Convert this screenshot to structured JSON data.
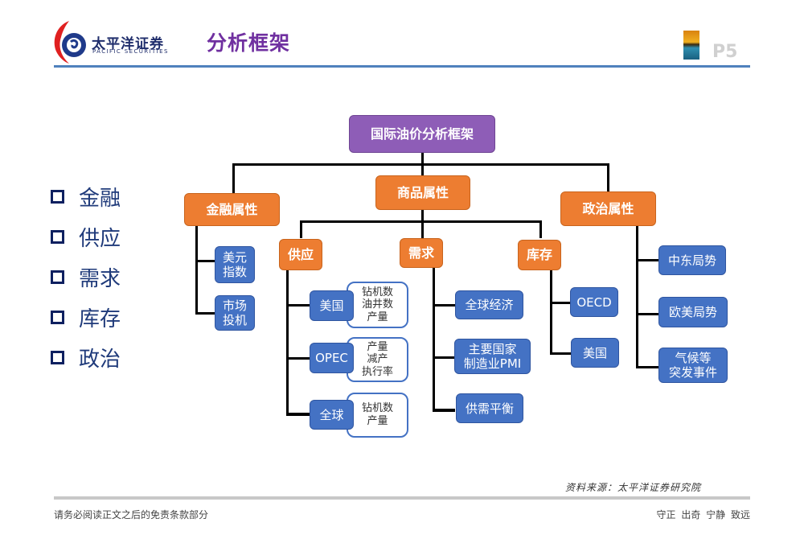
{
  "header": {
    "brand_cn": "太平洋证券",
    "brand_en": "PACIFIC SECURITIES",
    "title": "分析框架",
    "page_number": "P5"
  },
  "colors": {
    "title": "#7030a0",
    "root_node": "#8e5db7",
    "category_node": "#ed7d31",
    "factor_node": "#4472c4",
    "header_line": "#4f81bd"
  },
  "bullets": [
    "金融",
    "供应",
    "需求",
    "库存",
    "政治"
  ],
  "diagram": {
    "root": "国际油价分析框架",
    "financial": {
      "label": "金融属性",
      "children": [
        "美元\n指数",
        "市场\n投机"
      ]
    },
    "commodity": {
      "label": "商品属性",
      "supply": {
        "label": "供应",
        "children": [
          {
            "label": "美国",
            "detail": "钻机数\n油井数\n产量"
          },
          {
            "label": "OPEC",
            "detail": "产量\n减产\n执行率"
          },
          {
            "label": "全球",
            "detail": "钻机数\n产量"
          }
        ]
      },
      "demand": {
        "label": "需求",
        "children": [
          "全球经济",
          "主要国家\n制造业PMI",
          "供需平衡"
        ]
      },
      "inventory": {
        "label": "库存",
        "children": [
          "OECD",
          "美国"
        ]
      }
    },
    "political": {
      "label": "政治属性",
      "children": [
        "中东局势",
        "欧美局势",
        "气候等\n突发事件"
      ]
    }
  },
  "footer": {
    "source": "资料来源：太平洋证券研究院",
    "disclaimer": "请务必阅读正文之后的免责条款部分",
    "motto": "守正 出奇 宁静 致远"
  }
}
